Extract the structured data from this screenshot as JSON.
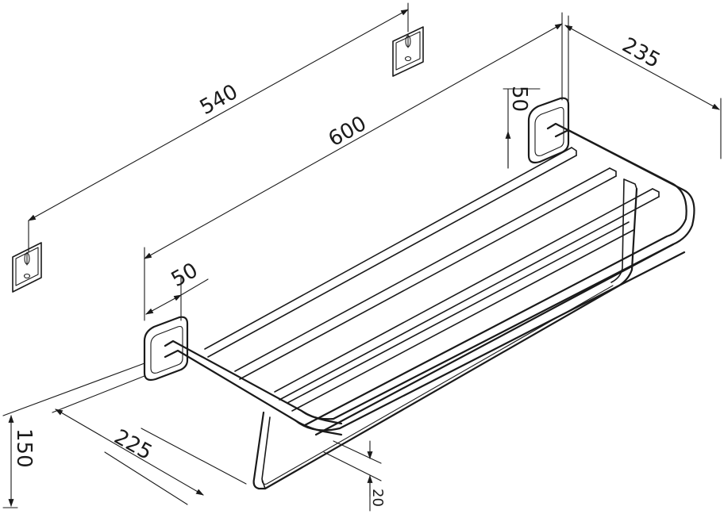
{
  "dimensions": {
    "wall_plate_spacing": "540",
    "overall_length": "600",
    "depth": "235",
    "rear_bracket_offset": "50",
    "front_bracket_offset": "50",
    "hanger_projection": "225",
    "height": "150",
    "bar_thickness": "20"
  },
  "colors": {
    "line": "#1a1a1a",
    "background": "#ffffff"
  }
}
